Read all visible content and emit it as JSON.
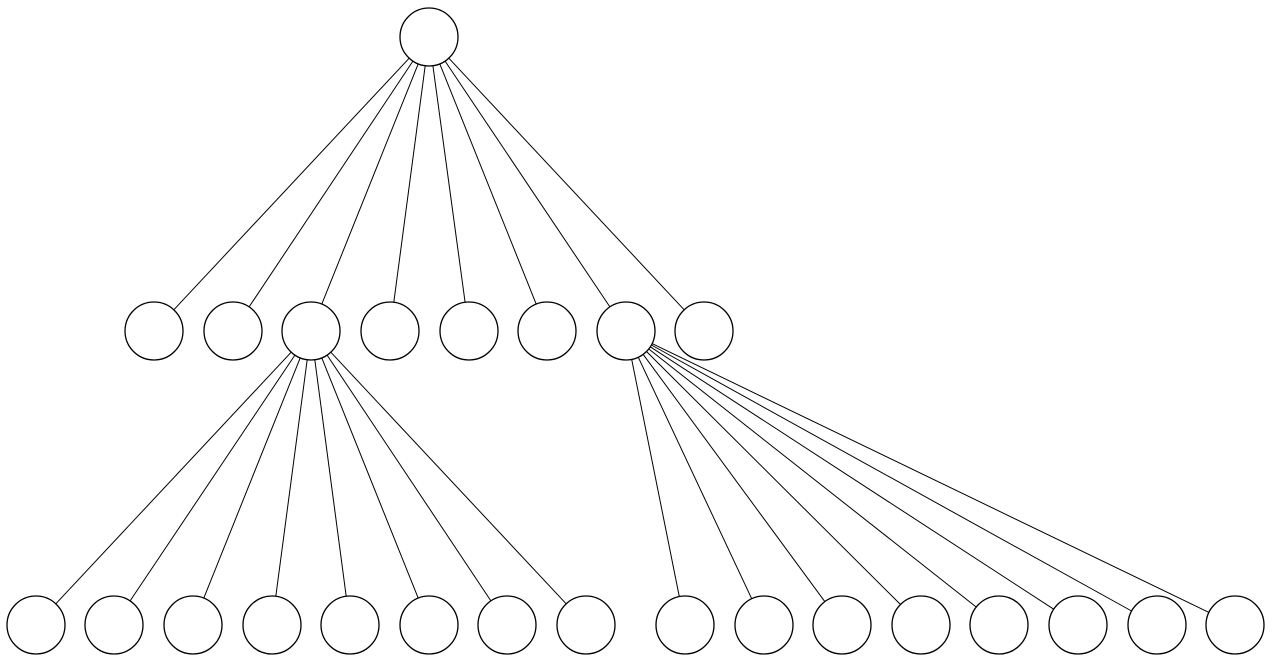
{
  "diagram": {
    "type": "tree",
    "colors": {
      "node_fill": "#ffffff",
      "stroke": "#000000",
      "background": "#ffffff"
    },
    "nodes": [
      {
        "id": "root",
        "level": 0,
        "parent": null
      },
      {
        "id": "a1",
        "level": 1,
        "parent": "root"
      },
      {
        "id": "a2",
        "level": 1,
        "parent": "root"
      },
      {
        "id": "a3",
        "level": 1,
        "parent": "root"
      },
      {
        "id": "a4",
        "level": 1,
        "parent": "root"
      },
      {
        "id": "a5",
        "level": 1,
        "parent": "root"
      },
      {
        "id": "a6",
        "level": 1,
        "parent": "root"
      },
      {
        "id": "a7",
        "level": 1,
        "parent": "root"
      },
      {
        "id": "a8",
        "level": 1,
        "parent": "root"
      },
      {
        "id": "b1",
        "level": 2,
        "parent": "a3"
      },
      {
        "id": "b2",
        "level": 2,
        "parent": "a3"
      },
      {
        "id": "b3",
        "level": 2,
        "parent": "a3"
      },
      {
        "id": "b4",
        "level": 2,
        "parent": "a3"
      },
      {
        "id": "b5",
        "level": 2,
        "parent": "a3"
      },
      {
        "id": "b6",
        "level": 2,
        "parent": "a3"
      },
      {
        "id": "b7",
        "level": 2,
        "parent": "a3"
      },
      {
        "id": "b8",
        "level": 2,
        "parent": "a3"
      },
      {
        "id": "c1",
        "level": 2,
        "parent": "a7"
      },
      {
        "id": "c2",
        "level": 2,
        "parent": "a7"
      },
      {
        "id": "c3",
        "level": 2,
        "parent": "a7"
      },
      {
        "id": "c4",
        "level": 2,
        "parent": "a7"
      },
      {
        "id": "c5",
        "level": 2,
        "parent": "a7"
      },
      {
        "id": "c6",
        "level": 2,
        "parent": "a7"
      },
      {
        "id": "c7",
        "level": 2,
        "parent": "a7"
      },
      {
        "id": "c8",
        "level": 2,
        "parent": "a7"
      }
    ]
  }
}
